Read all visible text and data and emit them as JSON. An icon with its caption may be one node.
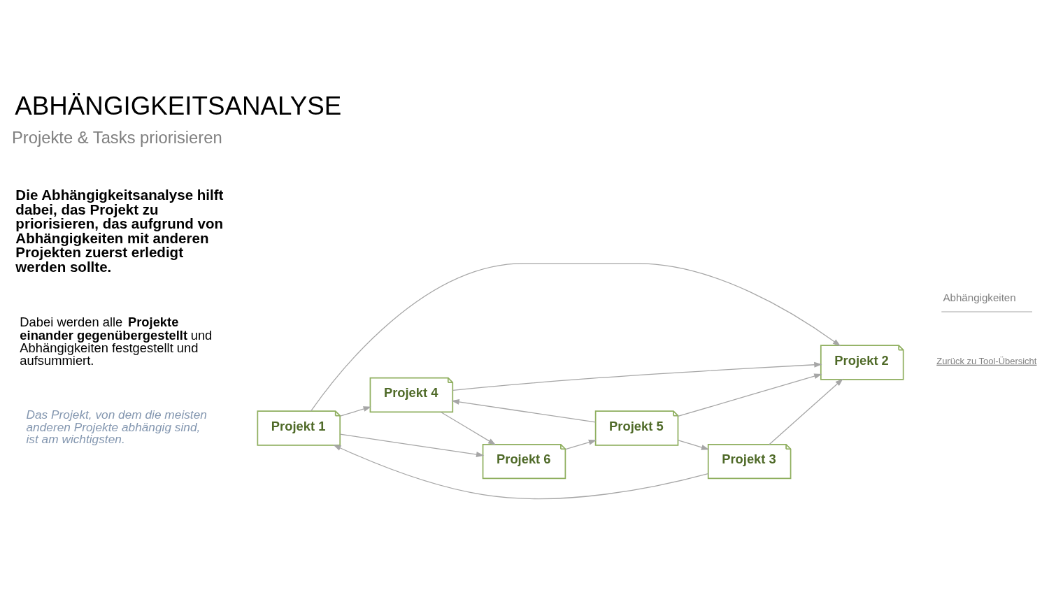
{
  "diagram": {
    "title": "ABHÄNGIGKEITSANALYSE",
    "nodes": [
      {
        "text": [
          "Projekt 1"
        ]
      },
      {
        "text": [
          "Projekt 2"
        ]
      },
      {
        "text": [
          "Projekt 3"
        ]
      },
      {
        "text": [
          "Projekt 4"
        ]
      },
      {
        "text": [
          "Projekt 5"
        ]
      },
      {
        "text": [
          "Projekt 6"
        ]
      }
    ],
    "edges": [
      {
        "from": 0,
        "to": 5,
        "arrow": "to"
      },
      {
        "from": 0,
        "to": 1,
        "arrow": "to"
      },
      {
        "from": 0,
        "to": 3,
        "arrow": "to"
      },
      {
        "from": 2,
        "to": 0,
        "arrow": "to"
      },
      {
        "from": 2,
        "to": 1,
        "arrow": "to"
      },
      {
        "from": 3,
        "to": 1,
        "arrow": "to"
      },
      {
        "from": 3,
        "to": 5,
        "arrow": "to"
      },
      {
        "from": 4,
        "to": 2,
        "arrow": "to"
      },
      {
        "from": 4,
        "to": 1,
        "arrow": "to"
      },
      {
        "from": 4,
        "to": 3,
        "arrow": "to"
      },
      {
        "from": 5,
        "to": 4,
        "arrow": "to"
      }
    ],
    "labels": [
      "Projekte & Tasks priorisieren",
      "Die Abhängigkeitsanalyse hilft dabei, das Projekt zu priorisieren, das aufgrund von Abhängigkeiten mit anderen Projekten zuerst erledigt werden sollte.",
      "Dabei werden alle **Projekte einander gegenübergestellt** und Abhängigkeiten festgestellt und aufsummiert.",
      "Das Projekt, von dem die meisten anderen Projekte abhängig sind, ist am wichtigsten.",
      "Zurück zu Tool-Übersicht"
    ],
    "legend": [
      {
        "text": "Abhängigkeiten"
      }
    ]
  }
}
